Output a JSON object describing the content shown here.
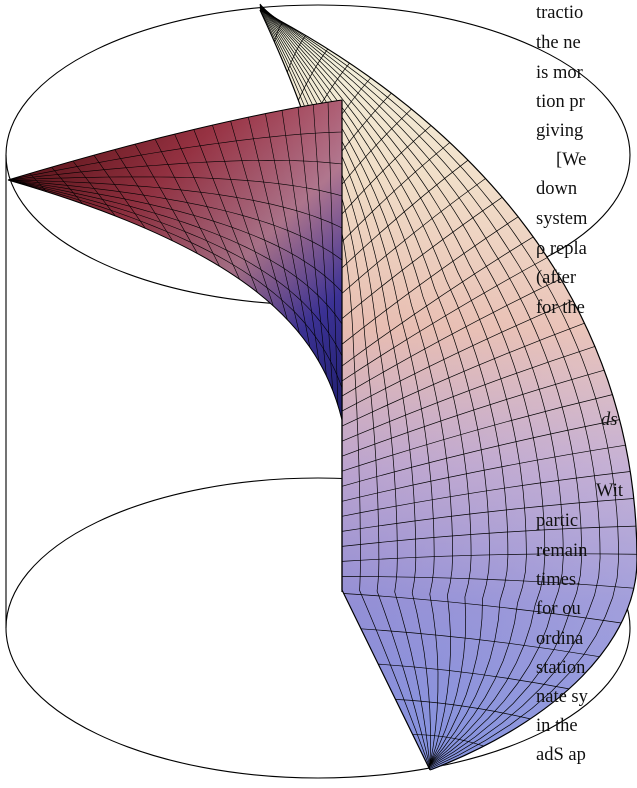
{
  "text_fragments": [
    "tractio",
    "the ne",
    "is mor",
    "tion pr",
    "giving",
    "[We",
    "down",
    "system",
    "ρ repla",
    "(after",
    "for the",
    "ds",
    "Wit",
    "partic",
    "remain",
    "times.",
    "for ou",
    "ordina",
    "station",
    "nate sy",
    "in the",
    "adS ap"
  ],
  "colors": {
    "dark_sheet_tip": "#7a1414",
    "dark_sheet_mid": "#c07a8e",
    "dark_sheet_base": "#2a2a8a",
    "big_sheet_top": "#f3f7e2",
    "big_sheet_peach": "#e9b5a9",
    "big_sheet_lavender": "#a696cc",
    "big_sheet_blue": "#6e7fd8",
    "mesh_line": "#000000"
  }
}
